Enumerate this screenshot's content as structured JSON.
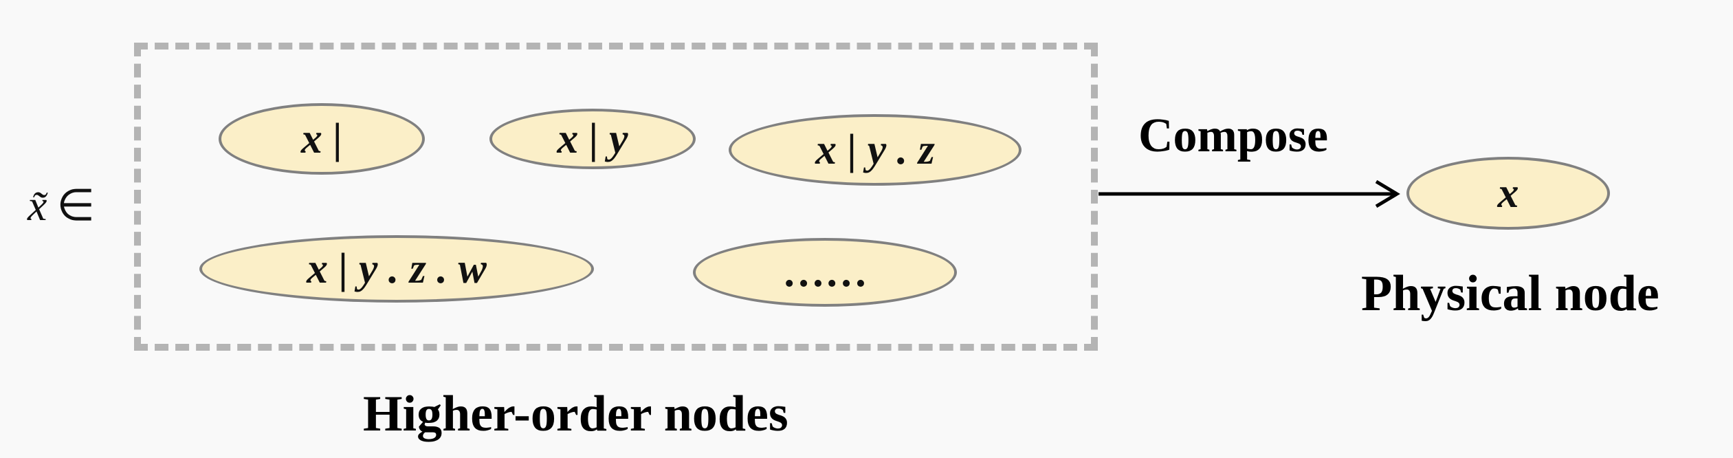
{
  "set_label": {
    "variable": "x̃",
    "relation": "∈"
  },
  "higher_order_nodes": {
    "caption": "Higher-order nodes",
    "nodes": [
      {
        "text": "x |"
      },
      {
        "text": "x | y"
      },
      {
        "text": "x | y . z"
      },
      {
        "text": "x | y . z . w"
      },
      {
        "text": "……"
      }
    ]
  },
  "compose_edge": {
    "label": "Compose"
  },
  "physical_node": {
    "text": "x",
    "caption": "Physical node"
  },
  "colors": {
    "node_fill": "#fbefc8",
    "node_border": "#808080",
    "box_border": "#b4b4b4",
    "arrow": "#000000"
  }
}
